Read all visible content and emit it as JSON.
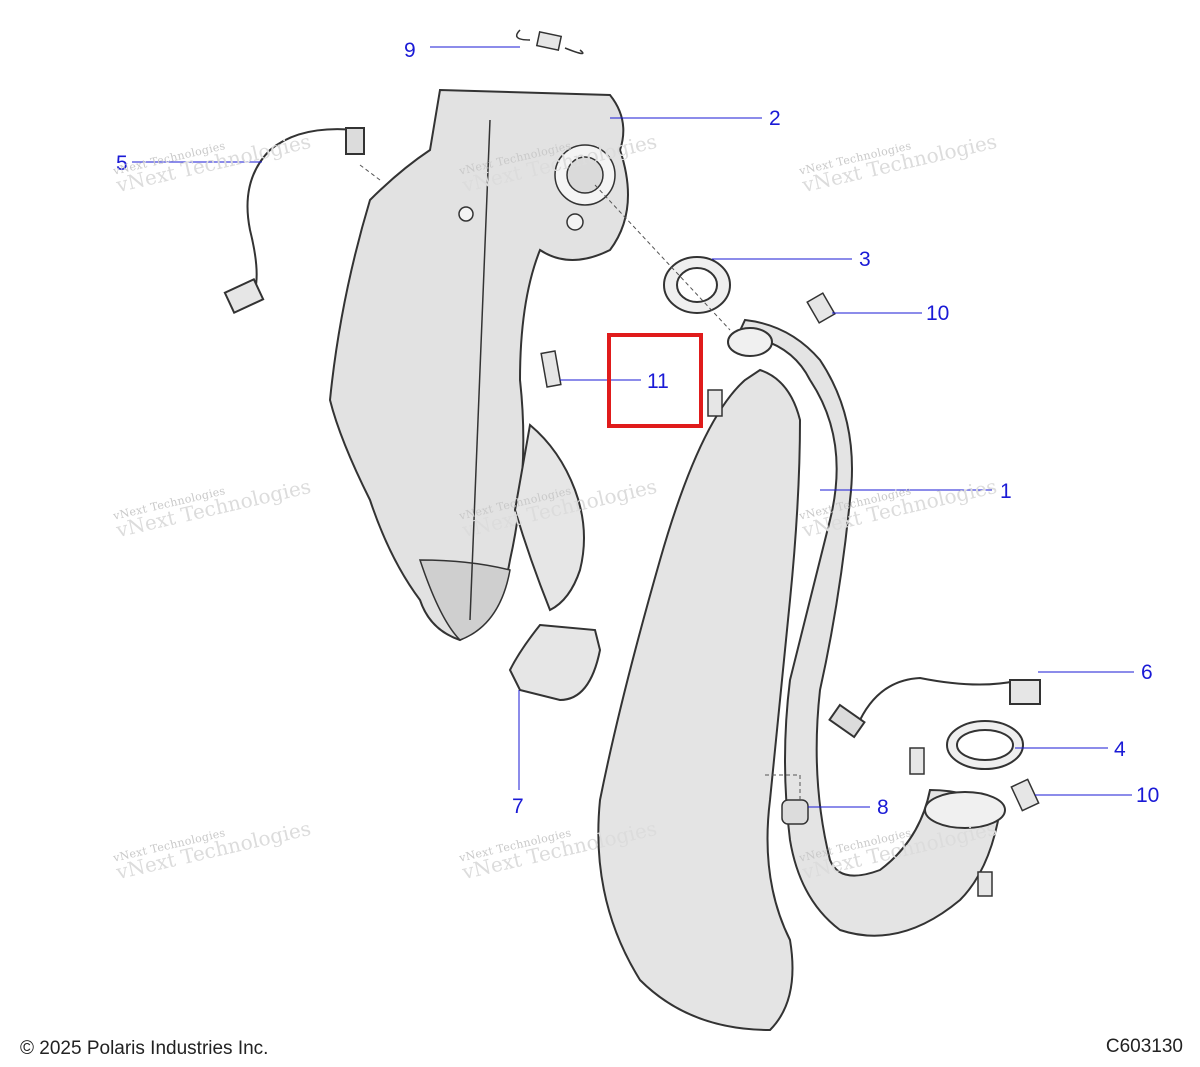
{
  "callouts": [
    {
      "id": "1",
      "label": "1"
    },
    {
      "id": "2",
      "label": "2"
    },
    {
      "id": "3",
      "label": "3"
    },
    {
      "id": "4",
      "label": "4"
    },
    {
      "id": "5",
      "label": "5"
    },
    {
      "id": "6",
      "label": "6"
    },
    {
      "id": "7",
      "label": "7"
    },
    {
      "id": "8",
      "label": "8"
    },
    {
      "id": "9",
      "label": "9"
    },
    {
      "id": "10a",
      "label": "10"
    },
    {
      "id": "10b",
      "label": "10"
    },
    {
      "id": "11",
      "label": "11"
    }
  ],
  "watermark": {
    "line1": "vNext Technologies",
    "line2": "vNext Technologies"
  },
  "footer": {
    "copyright": "© 2025 Polaris Industries Inc.",
    "code": "C603130"
  },
  "colors": {
    "callout": "#1a1ad6",
    "highlight": "#e01b1b",
    "part_fill": "#e6e6e6",
    "part_stroke": "#333333"
  }
}
